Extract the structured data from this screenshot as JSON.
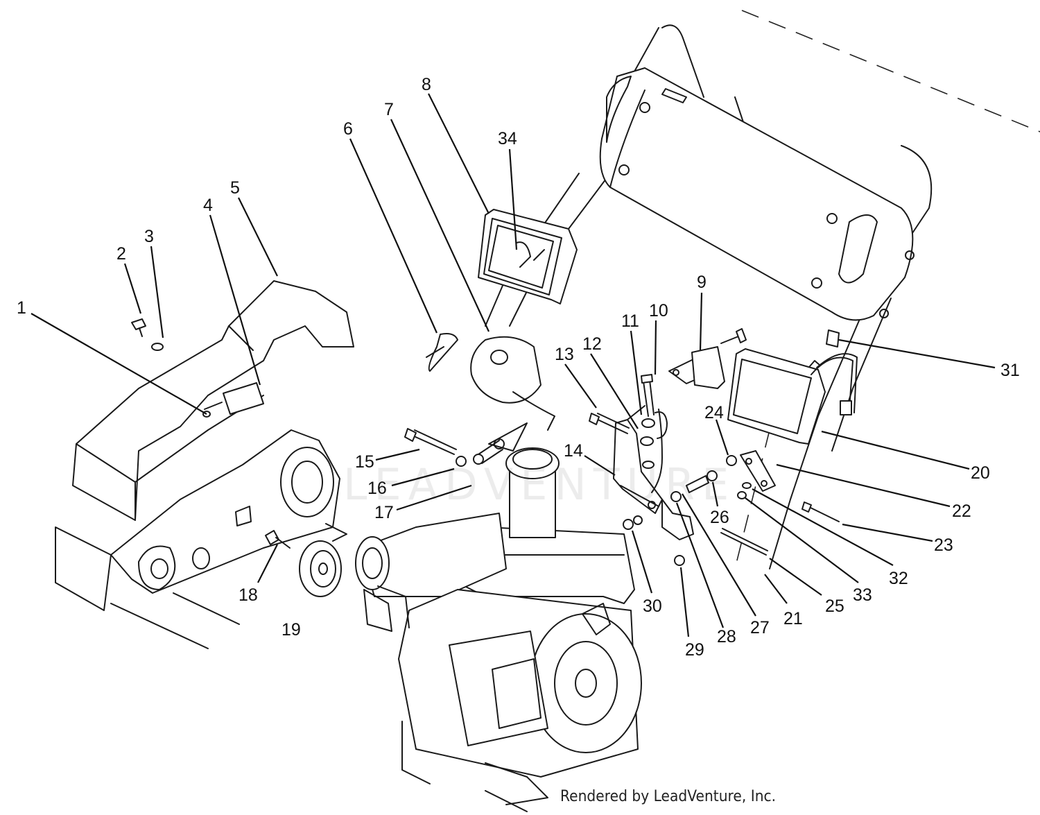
{
  "diagram": {
    "callouts": [
      "1",
      "2",
      "3",
      "4",
      "5",
      "6",
      "7",
      "8",
      "9",
      "10",
      "11",
      "12",
      "13",
      "14",
      "15",
      "16",
      "17",
      "18",
      "19",
      "20",
      "21",
      "22",
      "23",
      "24",
      "25",
      "26",
      "27",
      "28",
      "29",
      "30",
      "31",
      "32",
      "33",
      "34"
    ],
    "watermark": "LEADVENTURE",
    "credit": "Rendered by LeadVenture, Inc.",
    "colors": {
      "line": "#1a1a1a",
      "background": "#ffffff"
    }
  }
}
